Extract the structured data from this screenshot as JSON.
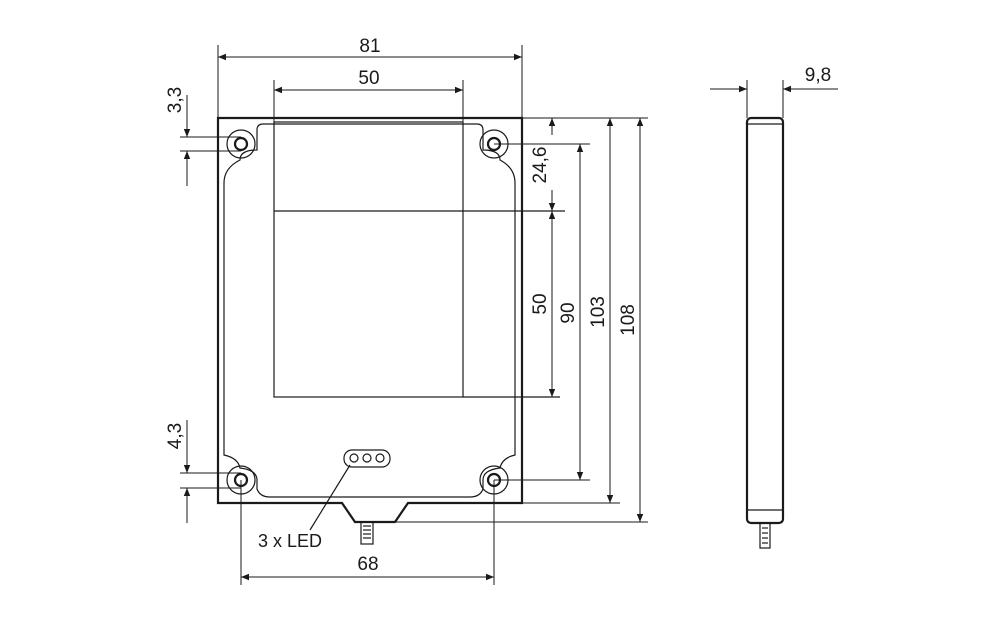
{
  "dimensions": {
    "overall_width": "81",
    "window_width": "50",
    "hole_spacing_horizontal": "68",
    "depth": "9,8",
    "top_hole_offset": "3,3",
    "bottom_hole_offset": "4,3",
    "top_to_window": "24,6",
    "window_height": "50",
    "hole_spacing_vertical": "90",
    "height_without_connector": "103",
    "overall_height": "108"
  },
  "labels": {
    "led": "3 x LED"
  }
}
